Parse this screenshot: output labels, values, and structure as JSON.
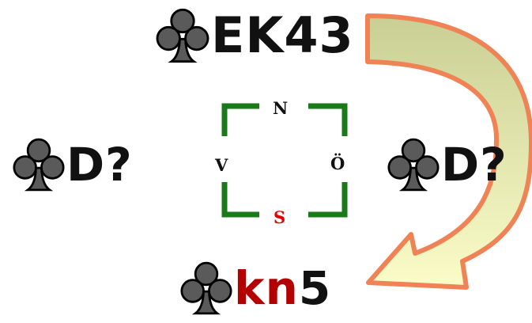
{
  "hands": {
    "north": {
      "suit_icon": "club-icon",
      "cards": "EK43"
    },
    "west": {
      "suit_icon": "club-icon",
      "cards": "D?"
    },
    "east": {
      "suit_icon": "club-icon",
      "cards": "D?"
    },
    "south": {
      "suit_icon": "club-icon",
      "cards_red": "kn",
      "cards_black": "5"
    }
  },
  "compass": {
    "north": "N",
    "west": "V",
    "east": "Ö",
    "south": "S"
  },
  "colors": {
    "suit_fill": "#5a5a5a",
    "suit_stroke": "#000000",
    "card_text": "#111111",
    "highlight_red": "#b30000",
    "compass_box": "#1a7a1a",
    "compass_text": "#111111",
    "compass_south": "#e00000",
    "arrow_fill_top": "#c9cf94",
    "arrow_fill_bottom": "#fbfcc8",
    "arrow_stroke": "#ef8355"
  }
}
